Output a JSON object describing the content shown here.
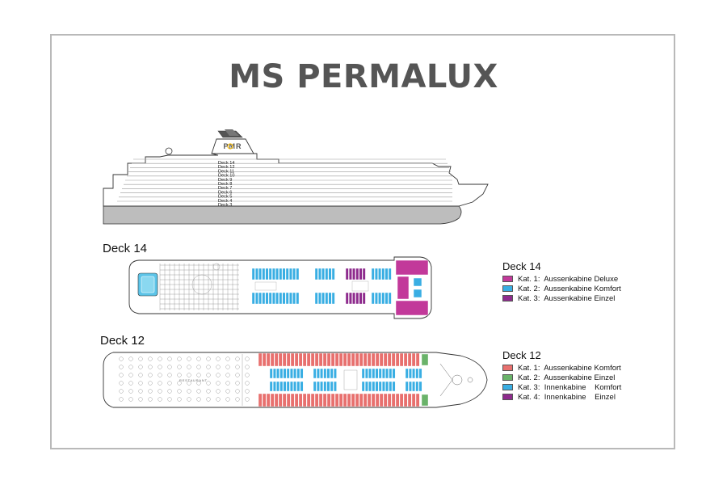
{
  "title": "MS PERMALUX",
  "ship": {
    "funnel_logo": "PMR",
    "deck_labels": [
      "Deck 14",
      "Deck 12",
      "Deck 11",
      "Deck 10",
      "Deck  9",
      "Deck  8",
      "Deck  7",
      "Deck  6",
      "Deck  5",
      "Deck  4",
      "Deck  3"
    ]
  },
  "deck14": {
    "label": "Deck 14",
    "legend_title": "Deck 14",
    "legend": [
      {
        "text": "Kat. 1:  Aussenkabine Deluxe",
        "color": "#c2399a"
      },
      {
        "text": "Kat. 2:  Aussenkabine Komfort",
        "color": "#39aee3"
      },
      {
        "text": "Kat. 3:  Aussenkabine Einzel",
        "color": "#8e2b8d"
      }
    ],
    "colors": {
      "deluxe": "#c2399a",
      "komfort": "#39aee3",
      "einzel": "#8e2b8d",
      "pool": "#5cc4e8"
    }
  },
  "deck12": {
    "label": "Deck 12",
    "legend_title": "Deck 12",
    "legend": [
      {
        "text": "Kat. 1:  Aussenkabine Komfort",
        "color": "#e8706e"
      },
      {
        "text": "Kat. 2:  Aussenkabine Einzel",
        "color": "#6ab36a"
      },
      {
        "text": "Kat. 3:  Innenkabine    Komfort",
        "color": "#39aee3"
      },
      {
        "text": "Kat. 4:  Innenkabine    Einzel",
        "color": "#8e2b8d"
      }
    ],
    "colors": {
      "aussen_komfort": "#e8706e",
      "aussen_einzel": "#6ab36a",
      "innen_komfort": "#39aee3",
      "innen_einzel": "#8e2b8d"
    }
  }
}
